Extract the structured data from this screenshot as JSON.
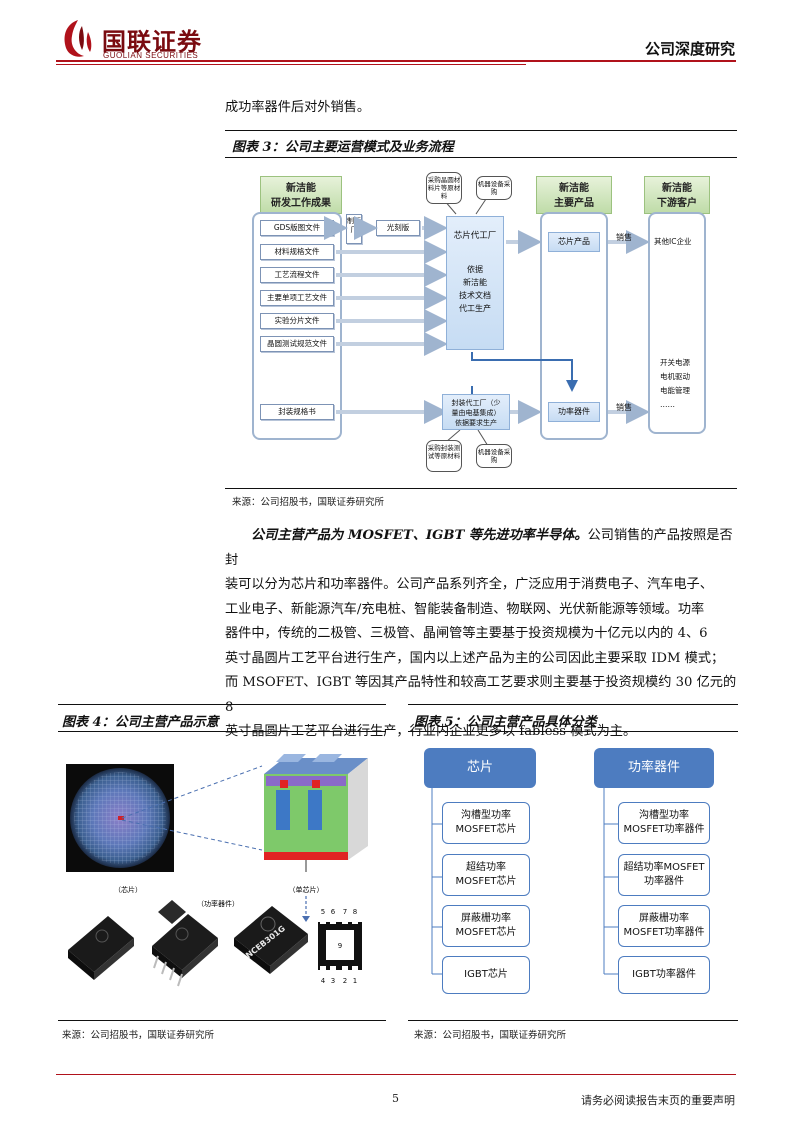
{
  "header": {
    "logo_cn": "国联证券",
    "logo_en": "GUOLIAN SECURITIES",
    "report_type": "公司深度研究"
  },
  "intro_line": "成功率器件后对外销售。",
  "figure3": {
    "title": "图表 3：公司主要运营模式及业务流程",
    "col1_header": [
      "新洁能",
      "研发工作成果"
    ],
    "col1_items": [
      "GDS版图文件",
      "材料规格文件",
      "工艺流程文件",
      "主要单项工艺文件",
      "实验分片文件",
      "晶圆测试规范文件",
      "封装规格书"
    ],
    "mask_factory": "制版厂",
    "photomask": "光刻版",
    "top_bubbles": [
      "采购晶圆材料片等原材料",
      "机器设备采购"
    ],
    "foundry": "芯片代工厂",
    "foundry_desc": [
      "依据",
      "新洁能",
      "技术文档",
      "代工生产"
    ],
    "col3_header": [
      "新洁能",
      "主要产品"
    ],
    "chip_product": "芯片产品",
    "power_product": "功率器件",
    "sell": "销售",
    "col4_header": [
      "新洁能",
      "下游客户"
    ],
    "customer_ic": "其他IC企业",
    "customer_list": [
      "开关电源",
      "电机驱动",
      "电能管理",
      "……"
    ],
    "package_factory": [
      "封装代工厂（少",
      "量由电基集成）",
      "依据要求生产"
    ],
    "bottom_bubbles": [
      "采购封装测试等原材料",
      "机器设备采购"
    ],
    "source": "来源：公司招股书，国联证券研究所"
  },
  "paragraph": {
    "bold_lead": "公司主营产品为 MOSFET、IGBT 等先进功率半导体。",
    "lines": [
      "公司销售的产品按照是否封",
      "装可以分为芯片和功率器件。公司产品系列齐全，广泛应用于消费电子、汽车电子、",
      "工业电子、新能源汽车/充电桩、智能装备制造、物联网、光伏新能源等领域。功率",
      "器件中，传统的二极管、三极管、晶闸管等主要基于投资规模为十亿元以内的 4、6",
      "英寸晶圆片工艺平台进行生产，国内以上述产品为主的公司因此主要采取 IDM 模式；",
      "而 MSOFET、IGBT 等因其产品特性和较高工艺要求则主要基于投资规模约 30 亿元的 8",
      "英寸晶圆片工艺平台进行生产，行业内企业更多以 fabless 模式为主。"
    ]
  },
  "figure4": {
    "title": "图表 4：公司主营产品示意",
    "label_chip": "（芯片）",
    "label_cell": "（单芯片）",
    "label_device": "（功率器件）",
    "package_marking": "NCEB301G",
    "pin_top": [
      "5",
      "6",
      "7",
      "8"
    ],
    "pin_center": "9",
    "pin_bottom": [
      "4",
      "3",
      "2",
      "1"
    ],
    "source": "来源：公司招股书，国联证券研究所"
  },
  "figure5": {
    "title": "图表 5：公司主营产品具体分类",
    "categories": [
      {
        "name": "芯片",
        "items": [
          [
            "沟槽型功率",
            "MOSFET芯片"
          ],
          [
            "超结功率",
            "MOSFET芯片"
          ],
          [
            "屏蔽栅功率",
            "MOSFET芯片"
          ],
          [
            "IGBT芯片"
          ]
        ]
      },
      {
        "name": "功率器件",
        "items": [
          [
            "沟槽型功率",
            "MOSFET功率器件"
          ],
          [
            "超结功率MOSFET",
            "功率器件"
          ],
          [
            "屏蔽栅功率",
            "MOSFET功率器件"
          ],
          [
            "IGBT功率器件"
          ]
        ]
      }
    ],
    "source": "来源：公司招股书，国联证券研究所"
  },
  "footer": {
    "page": "5",
    "disclaimer": "请务必阅读报告末页的重要声明"
  },
  "colors": {
    "brand_red": "#b0121b",
    "category_blue": "#4d7cc0"
  }
}
